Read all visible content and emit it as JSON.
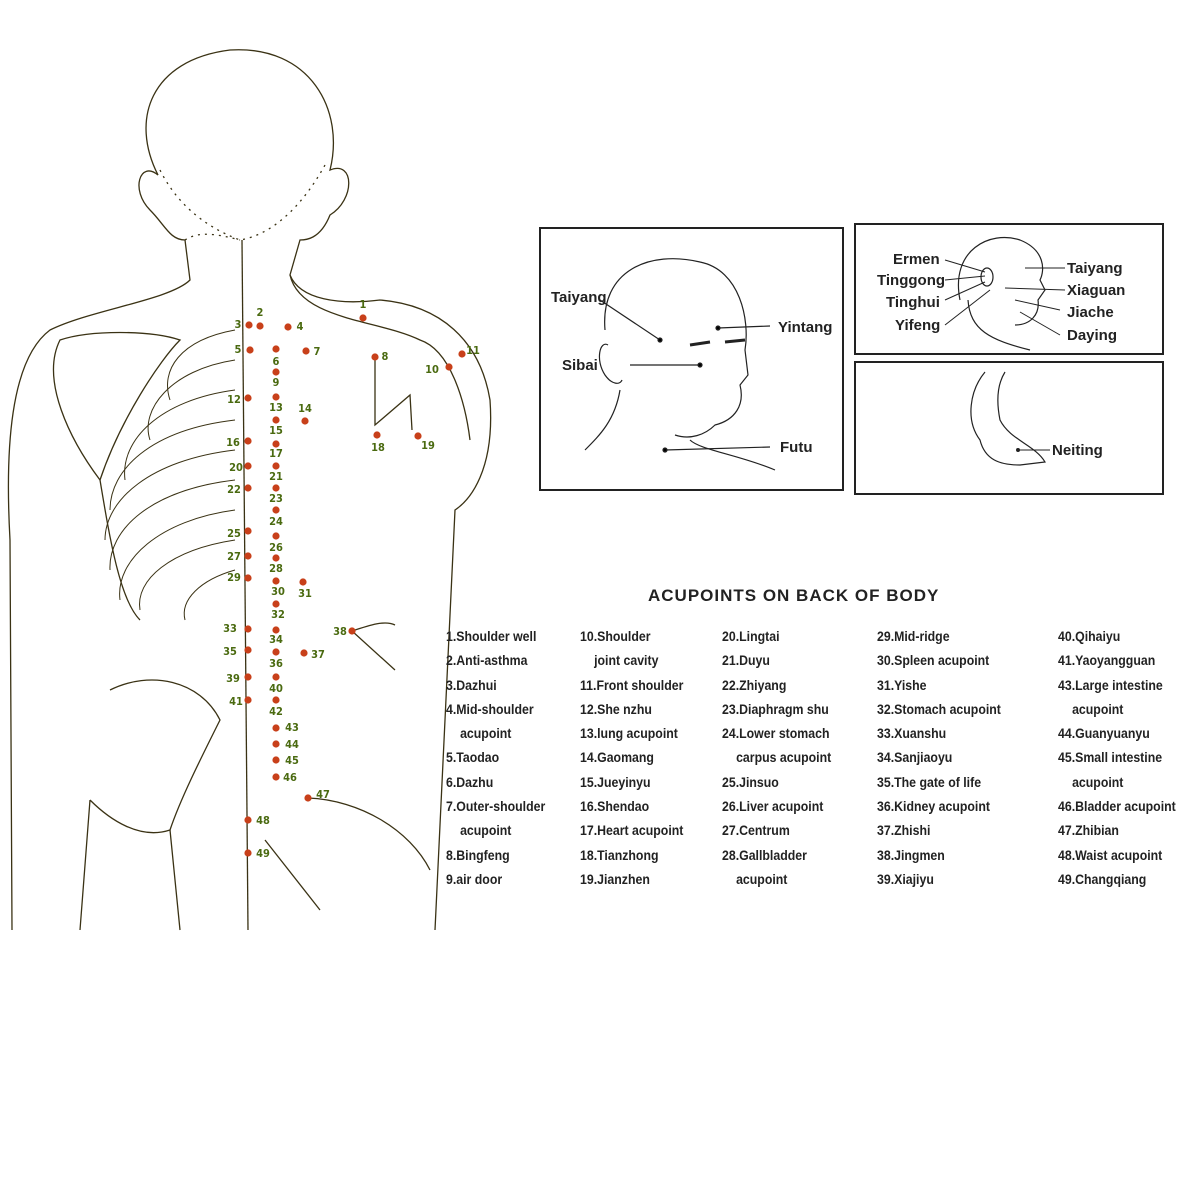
{
  "colors": {
    "dot": "#c8401a",
    "label": "#4a6a10",
    "line": "#3a3214"
  },
  "points": [
    "1",
    "2",
    "3",
    "4",
    "5",
    "6",
    "7",
    "8",
    "9",
    "10",
    "11",
    "12",
    "13",
    "14",
    "15",
    "16",
    "17",
    "18",
    "19",
    "20",
    "21",
    "22",
    "23",
    "24",
    "25",
    "26",
    "27",
    "28",
    "29",
    "30",
    "31",
    "32",
    "33",
    "34",
    "35",
    "36",
    "37",
    "38",
    "39",
    "40",
    "41",
    "42",
    "43",
    "44",
    "45",
    "46",
    "47",
    "48",
    "49"
  ],
  "face_inset": {
    "taiyang": "Taiyang",
    "sibai": "Sibai",
    "yintang": "Yintang",
    "futu": "Futu"
  },
  "side_inset": {
    "ermen": "Ermen",
    "tinggong": "Tinggong",
    "tinghui": "Tinghui",
    "yifeng": "Yifeng",
    "taiyang": "Taiyang",
    "xiaguan": "Xiaguan",
    "jiache": "Jiache",
    "daying": "Daying"
  },
  "foot_inset": {
    "neiting": "Neiting"
  },
  "title": "ACUPOINTS ON BACK OF BODY",
  "legend": {
    "col1": [
      "1.Shoulder well",
      "2.Anti-asthma",
      "3.Dazhui",
      "4.Mid-shoulder",
      "acupoint",
      "5.Taodao",
      "6.Dazhu",
      "7.Outer-shoulder",
      "acupoint",
      "8.Bingfeng",
      "9.air door"
    ],
    "col2": [
      "10.Shoulder",
      "joint cavity",
      "11.Front  shoulder",
      "12.She nzhu",
      "13.lung acupoint",
      "14.Gaomang",
      "15.Jueyinyu",
      "16.Shendao",
      "17.Heart  acupoint",
      "18.Tianzhong",
      "19.Jianzhen"
    ],
    "col3": [
      "20.Lingtai",
      "21.Duyu",
      "22.Zhiyang",
      "23.Diaphragm shu",
      "24.Lower stomach",
      "carpus acupoint",
      "25.Jinsuo",
      "26.Liver acupoint",
      "27.Centrum",
      "28.Gallbladder",
      "acupoint"
    ],
    "col4": [
      "29.Mid-ridge",
      "30.Spleen acupoint",
      "31.Yishe",
      "32.Stomach acupoint",
      "33.Xuanshu",
      "34.Sanjiaoyu",
      "35.The gate of life",
      "36.Kidney acupoint",
      "37.Zhishi",
      "38.Jingmen",
      "39.Xiajiyu"
    ],
    "col5": [
      "40.Qihaiyu",
      "41.Yaoyangguan",
      "43.Large intestine",
      "acupoint",
      "44.Guanyuanyu",
      "45.Small intestine",
      "acupoint",
      "46.Bladder acupoint",
      "47.Zhibian",
      "48.Waist acupoint",
      "49.Changqiang"
    ]
  }
}
